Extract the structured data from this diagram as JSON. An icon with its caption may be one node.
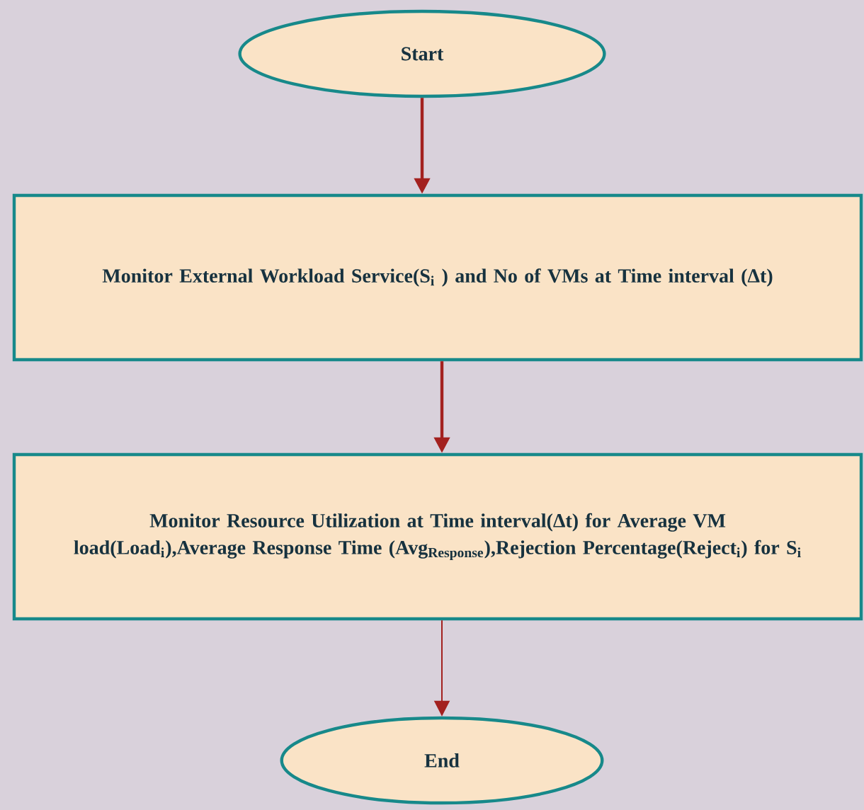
{
  "diagram": {
    "nodes": [
      {
        "text": [
          "Start"
        ]
      },
      {
        "text": [
          "Monitor External Workload Service(S$_{i}$ ) and No of VMs at Time interval (Δt)"
        ]
      },
      {
        "text": [
          "Monitor Resource Utilization at Time interval(Δt) for Average VM load(Load$_{i}$),Average Response Time (Avg$_{Response}$),Rejection Percentage(Reject$_{i}$) for S$_{i}$"
        ]
      },
      {
        "text": [
          "End"
        ]
      }
    ],
    "edges": [
      {
        "from": 0,
        "to": 1,
        "arrow": "to"
      },
      {
        "from": 1,
        "to": 2,
        "arrow": "to"
      },
      {
        "from": 2,
        "to": 3,
        "arrow": "to"
      }
    ]
  }
}
